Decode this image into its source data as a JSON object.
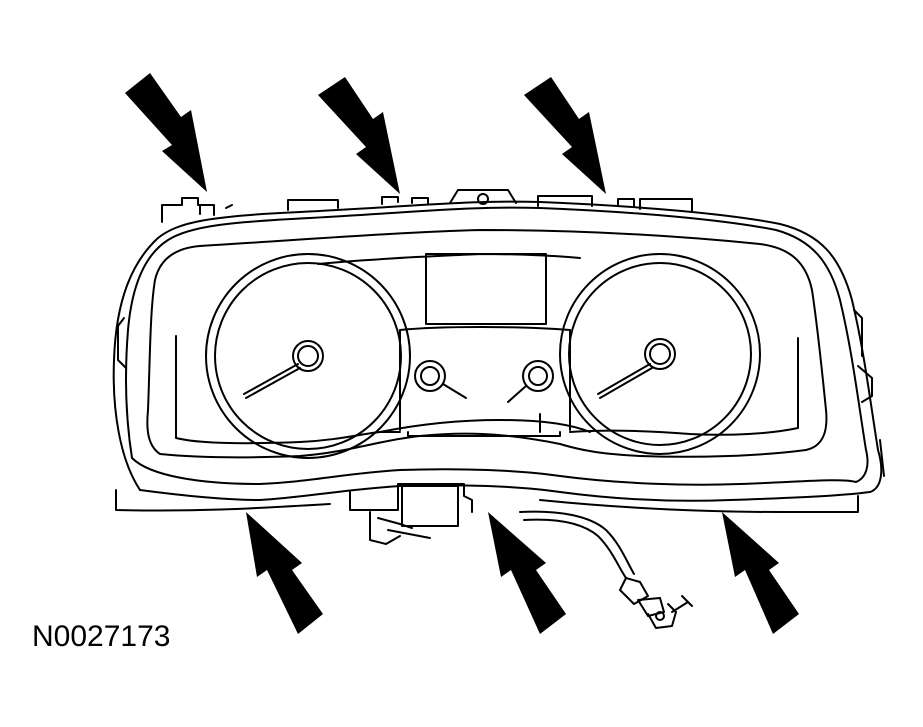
{
  "figure": {
    "code": "N0027173",
    "line_color": "#000000",
    "background_color": "#ffffff",
    "arrow_color": "#000000",
    "subject": "instrument-cluster",
    "arrow_count": 6
  }
}
